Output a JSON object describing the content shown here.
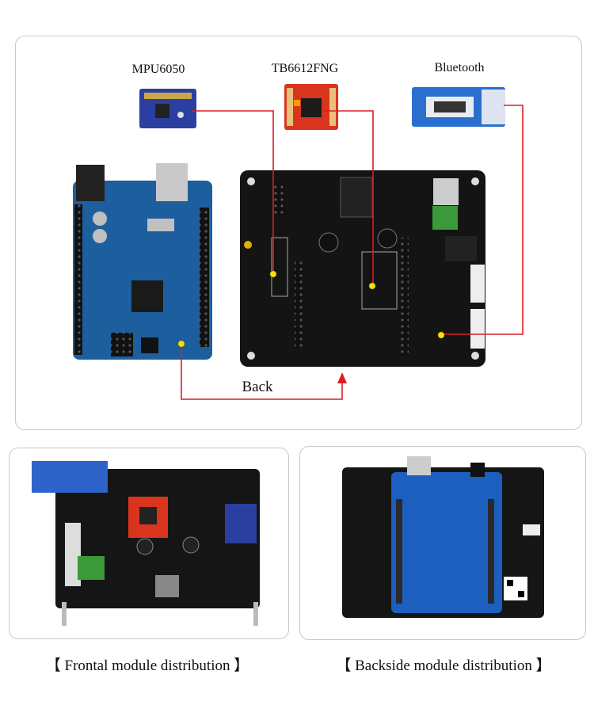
{
  "top_panel": {
    "labels": {
      "mpu": "MPU6050",
      "driver": "TB6612FNG",
      "bluetooth": "Bluetooth",
      "back": "Back"
    },
    "colors": {
      "wire": "#d81f26",
      "dot": "#f7e200",
      "uno": "#1d5f9e",
      "shield": "#141414",
      "driver": "#d9341d",
      "mpu": "#2b3fa0",
      "bt": "#2a6fcf"
    }
  },
  "captions": {
    "front": "【 Frontal module distribution 】",
    "back": "【 Backside module distribution 】"
  }
}
